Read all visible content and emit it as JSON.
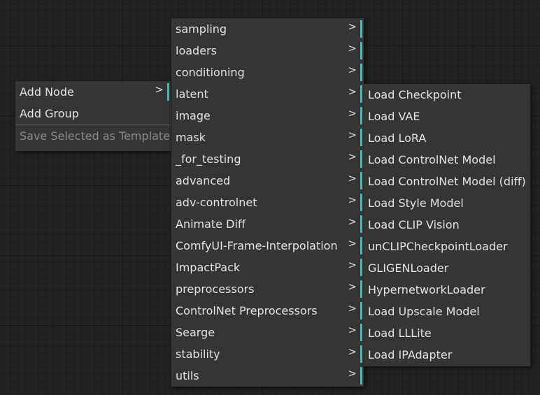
{
  "accent_color": "#2bc8c8",
  "submenu_arrow_glyph": ">",
  "main_menu": {
    "items": [
      {
        "label": "Add Node",
        "has_submenu": true
      },
      {
        "label": "Add Group",
        "has_submenu": false
      },
      {
        "label": "Save Selected as Template",
        "has_submenu": false,
        "disabled": true
      }
    ]
  },
  "category_menu": {
    "items": [
      {
        "label": "sampling"
      },
      {
        "label": "loaders"
      },
      {
        "label": "conditioning"
      },
      {
        "label": "latent"
      },
      {
        "label": "image"
      },
      {
        "label": "mask"
      },
      {
        "label": "_for_testing"
      },
      {
        "label": "advanced"
      },
      {
        "label": "adv-controlnet"
      },
      {
        "label": "Animate Diff"
      },
      {
        "label": "ComfyUI-Frame-Interpolation"
      },
      {
        "label": "ImpactPack"
      },
      {
        "label": "preprocessors"
      },
      {
        "label": "ControlNet Preprocessors"
      },
      {
        "label": "Searge"
      },
      {
        "label": "stability"
      },
      {
        "label": "utils"
      }
    ]
  },
  "loaders_menu": {
    "items": [
      {
        "label": "Load Checkpoint"
      },
      {
        "label": "Load VAE"
      },
      {
        "label": "Load LoRA"
      },
      {
        "label": "Load ControlNet Model"
      },
      {
        "label": "Load ControlNet Model (diff)"
      },
      {
        "label": "Load Style Model"
      },
      {
        "label": "Load CLIP Vision"
      },
      {
        "label": "unCLIPCheckpointLoader"
      },
      {
        "label": "GLIGENLoader"
      },
      {
        "label": "HypernetworkLoader"
      },
      {
        "label": "Load Upscale Model"
      },
      {
        "label": "Load LLLite"
      },
      {
        "label": "Load IPAdapter"
      }
    ]
  }
}
